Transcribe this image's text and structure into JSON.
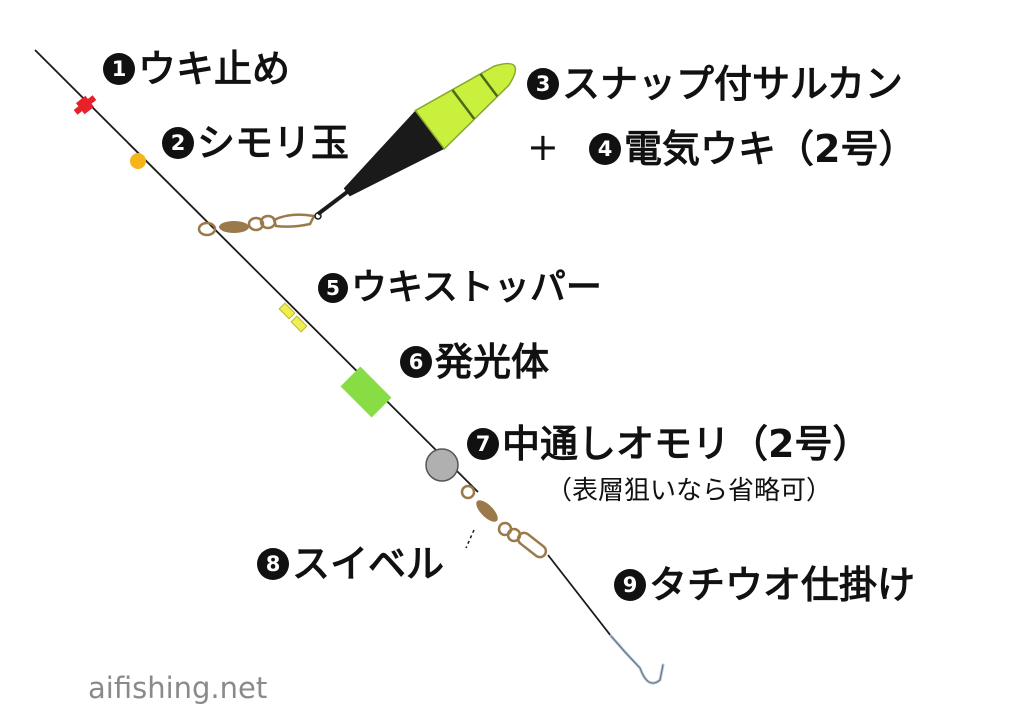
{
  "labels": [
    {
      "num": "1",
      "text": "ウキ止め"
    },
    {
      "num": "2",
      "text": "シモリ玉"
    },
    {
      "num": "3",
      "text": "スナップ付サルカン"
    },
    {
      "num": "4",
      "text": "電気ウキ（2号）"
    },
    {
      "num": "5",
      "text": "ウキストッパー"
    },
    {
      "num": "6",
      "text": "発光体"
    },
    {
      "num": "7",
      "text": "中通しオモリ（2号）"
    },
    {
      "num": "8",
      "text": "スイベル"
    },
    {
      "num": "9",
      "text": "タチウオ仕掛け"
    }
  ],
  "plus_sign": "+",
  "note": "（表層狙いなら省略可）",
  "watermark": "aifishing.net",
  "colors": {
    "line": "#1a1a1a",
    "stopper_red": "#e8202a",
    "bead_orange": "#f5b418",
    "float_green": "#c8f03c",
    "float_black": "#1a1a1a",
    "float_stripe": "#4a6a1a",
    "swivel_brass": "#9a7a4a",
    "stopper_yellow": "#f0ee50",
    "glow_green": "#88dd44",
    "sinker_gray": "#b0b0b0",
    "hook_steel": "#b8c8d8",
    "text": "#111111",
    "watermark": "#8a8a8a"
  }
}
